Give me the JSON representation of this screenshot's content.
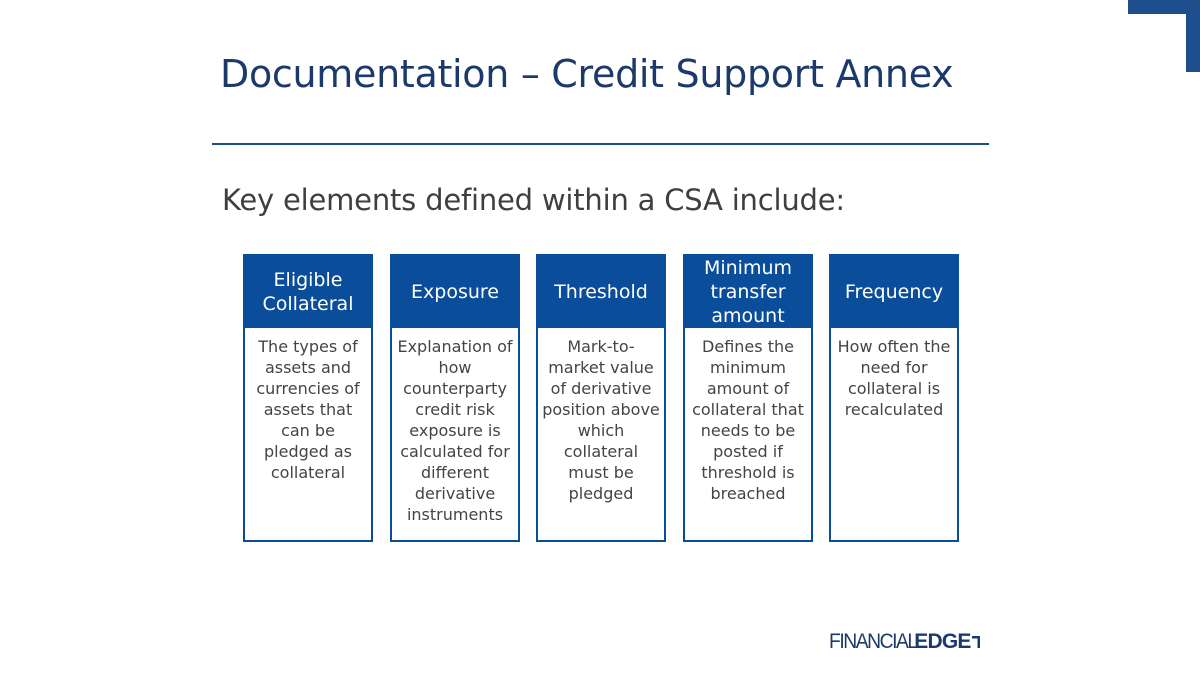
{
  "slide": {
    "title": "Documentation – Credit Support Annex",
    "subtitle": "Key elements defined within a CSA include:"
  },
  "colors": {
    "brand_blue": "#0a4d9a",
    "title_navy": "#1b3a6b",
    "body_text": "#444444"
  },
  "cards": [
    {
      "heading": "Eligible Collateral",
      "body": "The types of assets and currencies of assets that can be pledged as collateral"
    },
    {
      "heading": "Exposure",
      "body": "Explanation of how counterparty credit risk exposure is calculated for different derivative instruments"
    },
    {
      "heading": "Threshold",
      "body": "Mark-to-market value of derivative position above which collateral must be pledged"
    },
    {
      "heading": "Minimum transfer amount",
      "body": "Defines the minimum amount of collateral that needs to be posted if threshold is breached"
    },
    {
      "heading": "Frequency",
      "body": "How often the need for collateral is recalculated"
    }
  ],
  "logo": {
    "part1": "FINANCIAL",
    "part2": "EDGE",
    "icon": "edge-corner-mark-icon"
  }
}
